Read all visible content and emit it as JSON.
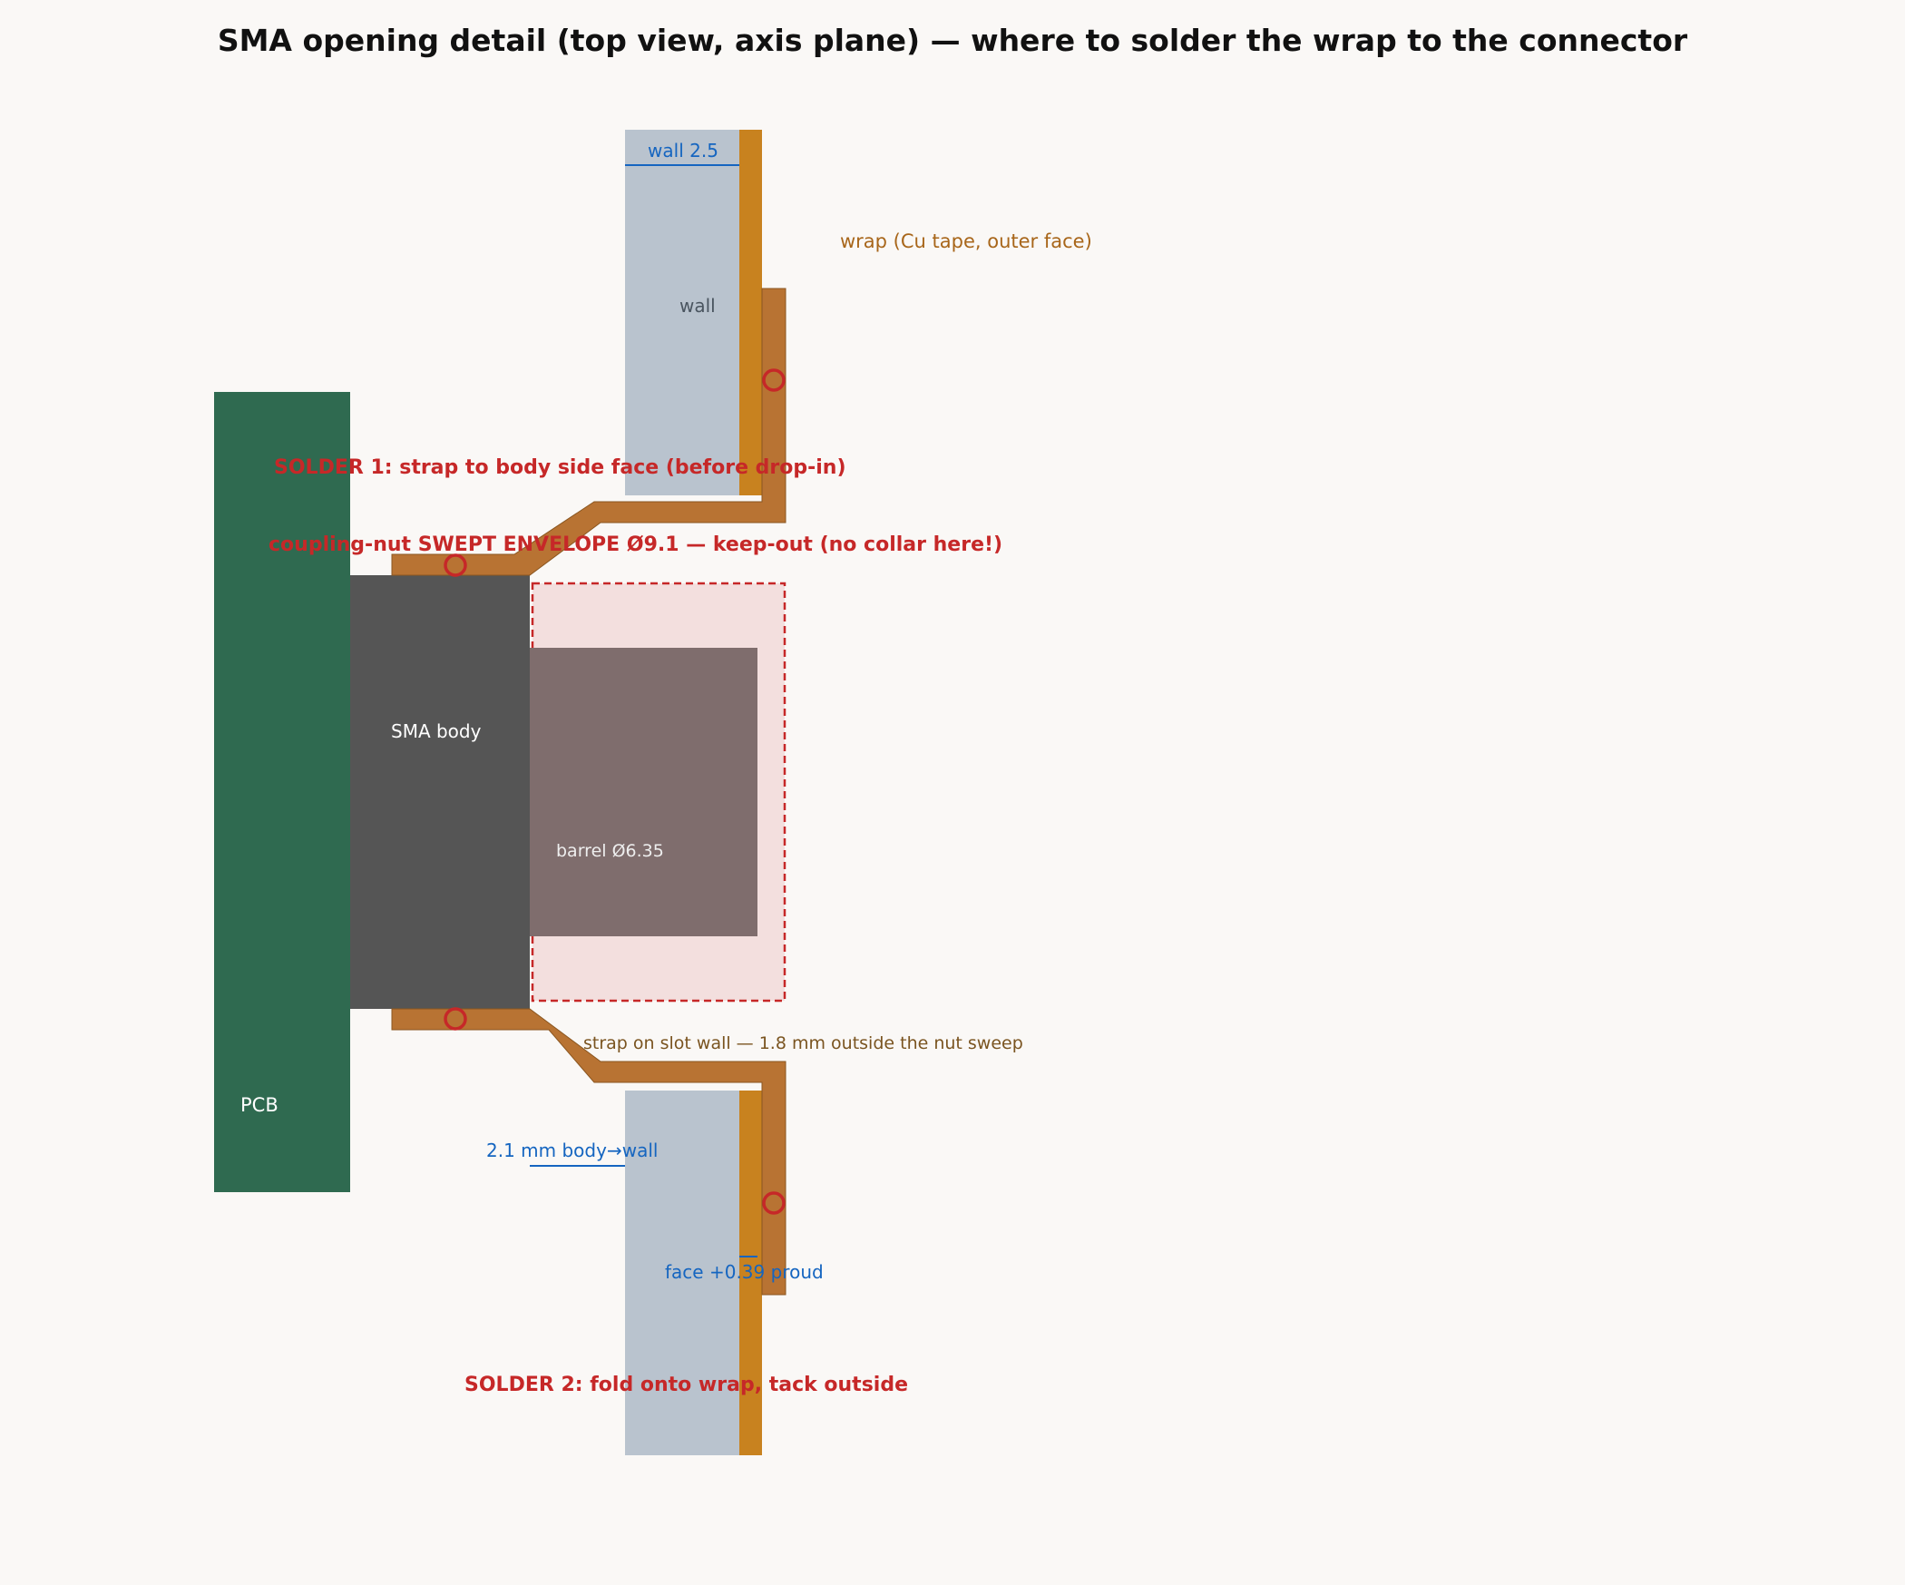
{
  "title": "SMA opening detail (top view, axis plane) — where to solder the wrap to the connector",
  "labels": {
    "wall_dim": "wall 2.5",
    "wall": "wall",
    "wrap": "wrap (Cu tape, outer face)",
    "pcb": "PCB",
    "sma_body": "SMA body",
    "barrel": "barrel Ø6.35",
    "solder1": "SOLDER 1: strap to body side face (before drop-in)",
    "keepout": "coupling-nut SWEPT ENVELOPE Ø9.1 — keep-out (no collar here!)",
    "strap_note": "strap on slot wall — 1.8 mm outside the nut sweep",
    "body_wall": "2.1 mm body→wall",
    "face_proud": "face +0.39 proud",
    "solder2": "SOLDER 2: fold onto wrap, tack outside"
  },
  "colors": {
    "background": "#faf8f6",
    "pcb": "#2f6a50",
    "wall": "#b9c3ce",
    "wrap": "#c8821f",
    "strap": "#b87333",
    "sma_body": "#555555",
    "barrel": "#7f6d6d",
    "keepout_fill": "#f3dfde",
    "keepout_stroke": "#c62828",
    "solder_mark": "#c62828",
    "dimension": "#1565c0",
    "wrap_label": "#a8661a",
    "strap_label": "#7a5420",
    "title": "#111111"
  }
}
